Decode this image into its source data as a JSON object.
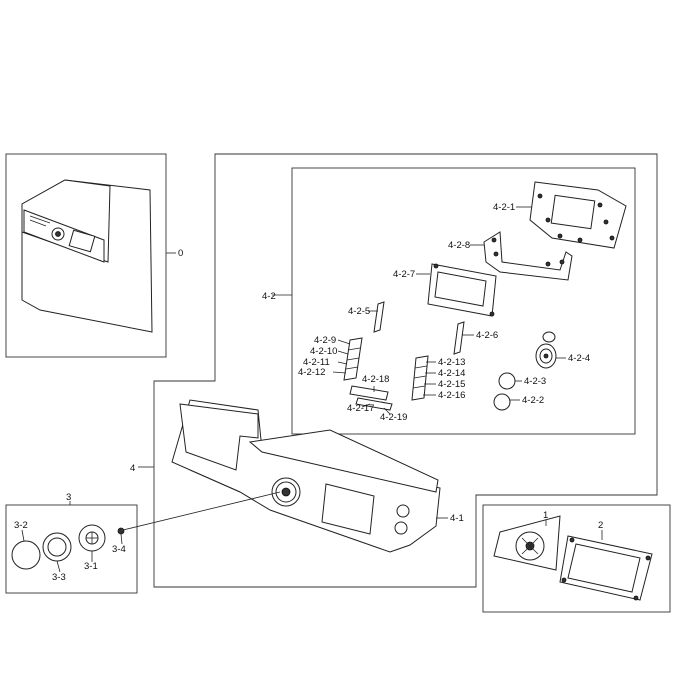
{
  "labels": {
    "l0": "0",
    "l1": "1",
    "l2": "2",
    "l3": "3",
    "l3_1": "3-1",
    "l3_2": "3-2",
    "l3_3": "3-3",
    "l3_4": "3-4",
    "l4": "4",
    "l4_1": "4-1",
    "l4_2": "4-2",
    "l4_2_1": "4-2-1",
    "l4_2_2": "4-2-2",
    "l4_2_3": "4-2-3",
    "l4_2_4": "4-2-4",
    "l4_2_5": "4-2-5",
    "l4_2_6": "4-2-6",
    "l4_2_7": "4-2-7",
    "l4_2_8": "4-2-8",
    "l4_2_9": "4-2-9",
    "l4_2_10": "4-2-10",
    "l4_2_11": "4-2-11",
    "l4_2_12": "4-2-12",
    "l4_2_13": "4-2-13",
    "l4_2_14": "4-2-14",
    "l4_2_15": "4-2-15",
    "l4_2_16": "4-2-16",
    "l4_2_17": "4-2-17",
    "l4_2_18": "4-2-18",
    "l4_2_19": "4-2-19"
  }
}
